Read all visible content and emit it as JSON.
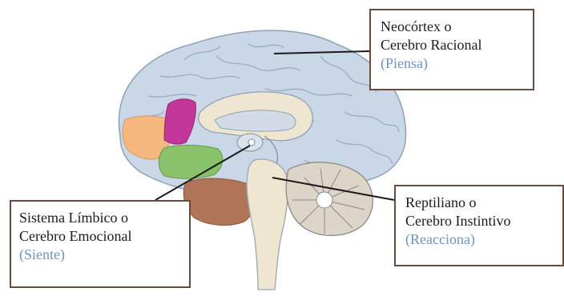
{
  "labels": {
    "neocortex": {
      "line1": "Neocórtex o",
      "line2": "Cerebro Racional",
      "action": "(Piensa)"
    },
    "reptilian": {
      "line1": "Reptiliano o",
      "line2": "Cerebro Instintivo",
      "action": "(Reacciona)"
    },
    "limbic": {
      "line1": "Sistema Límbico o",
      "line2": "Cerebro Emocional",
      "action": "(Siente)"
    }
  },
  "colors": {
    "cortex": "#c9d7e6",
    "cortex_outline": "#8fa2b6",
    "prefrontal_orange": "#f5b97f",
    "magenta": "#c4379a",
    "green": "#8ac26b",
    "temporal_brown": "#b07458",
    "brainstem": "#efe6d2",
    "cerebellum": "#dcd5c8",
    "label_border": "#6b4a3e",
    "action_text": "#6f93bd"
  }
}
